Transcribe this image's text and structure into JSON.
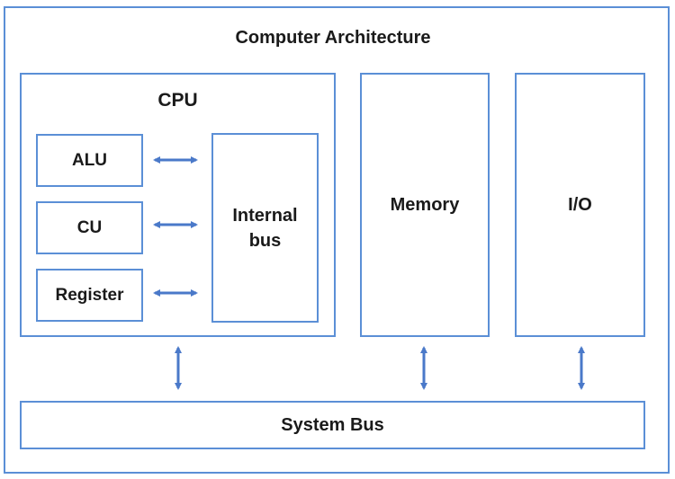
{
  "diagram": {
    "title": "Computer Architecture",
    "cpu": {
      "label": "CPU",
      "alu": "ALU",
      "cu": "CU",
      "register": "Register",
      "internal_bus_line1": "Internal",
      "internal_bus_line2": "bus"
    },
    "memory": "Memory",
    "io": "I/O",
    "system_bus": "System Bus"
  },
  "colors": {
    "border": "#5b8fd6",
    "arrow": "#4a79c9",
    "text": "#1a1a1a"
  }
}
